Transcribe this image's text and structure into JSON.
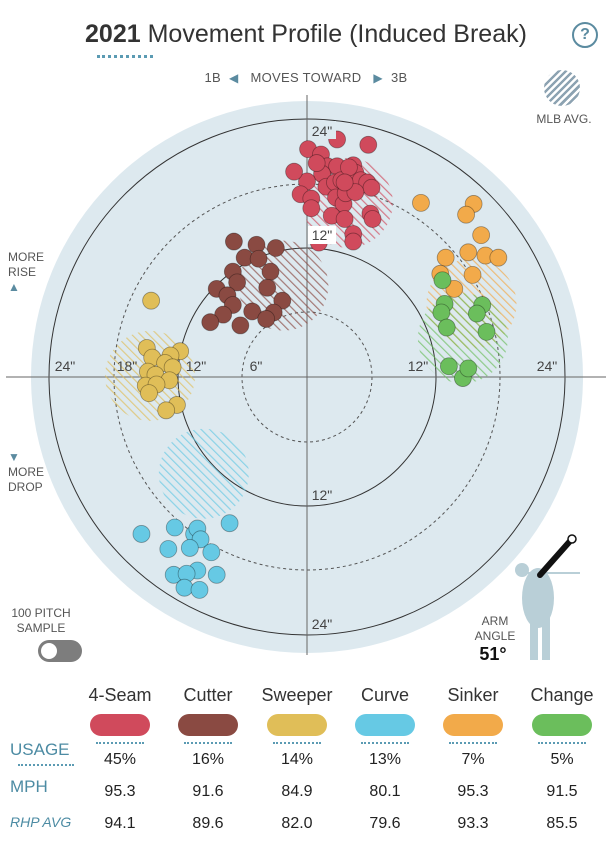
{
  "header": {
    "year": "2021",
    "title": "Movement Profile (Induced Break)",
    "help_icon": "?"
  },
  "direction": {
    "left": "1B",
    "middle": "MOVES TOWARD",
    "right": "3B"
  },
  "legend": {
    "mlb_avg_label": "MLB AVG."
  },
  "side_labels": {
    "more": "MORE",
    "rise": "RISE",
    "drop": "DROP"
  },
  "sample": {
    "label_line1": "100 PITCH",
    "label_line2": "SAMPLE",
    "toggle_on": false
  },
  "arm_angle": {
    "label_line1": "ARM",
    "label_line2": "ANGLE",
    "value": "51°",
    "degrees": 51
  },
  "chart_data": {
    "type": "scatter",
    "xlabel": "",
    "ylabel": "",
    "axis_tick_labels": {
      "top": "24\"",
      "top_inner": "12\"",
      "left": "24\"",
      "left_inner18": "18\"",
      "left_inner12": "12\"",
      "left_inner6": "6\"",
      "right_inner": "12\"",
      "right": "24\"",
      "bottom_inner": "12\"",
      "bottom": "24\""
    },
    "series": [
      {
        "name": "4-Seam",
        "color": "#d04a5c",
        "avg": [
          3.8,
          16.2
        ],
        "points": [
          [
            0.1,
            21.2
          ],
          [
            1.3,
            20.7
          ],
          [
            2.8,
            22.1
          ],
          [
            5.7,
            21.6
          ],
          [
            1.9,
            19.6
          ],
          [
            2.8,
            19.6
          ],
          [
            4.3,
            19.7
          ],
          [
            1.4,
            18.9
          ],
          [
            1.8,
            17.7
          ],
          [
            2.6,
            18.1
          ],
          [
            3.2,
            18.3
          ],
          [
            4.0,
            18.2
          ],
          [
            4.5,
            19.0
          ],
          [
            5.0,
            18.3
          ],
          [
            5.6,
            18.1
          ],
          [
            6.0,
            17.6
          ],
          [
            0.0,
            18.2
          ],
          [
            -0.6,
            17.0
          ],
          [
            0.4,
            16.6
          ],
          [
            2.7,
            16.7
          ],
          [
            3.4,
            16.1
          ],
          [
            3.6,
            17.1
          ],
          [
            4.5,
            17.2
          ],
          [
            0.4,
            15.7
          ],
          [
            2.3,
            15.0
          ],
          [
            3.5,
            14.7
          ],
          [
            5.9,
            15.2
          ],
          [
            6.1,
            14.7
          ],
          [
            4.3,
            13.3
          ],
          [
            4.3,
            12.6
          ],
          [
            1.1,
            12.5
          ],
          [
            -1.2,
            19.1
          ],
          [
            0.9,
            19.9
          ],
          [
            3.9,
            19.5
          ],
          [
            3.5,
            18.1
          ]
        ]
      },
      {
        "name": "Cutter",
        "color": "#8a4a42",
        "avg": [
          -2.2,
          8.5
        ],
        "points": [
          [
            -6.8,
            12.6
          ],
          [
            -4.7,
            12.3
          ],
          [
            -2.9,
            12.0
          ],
          [
            -5.8,
            11.1
          ],
          [
            -4.5,
            11.0
          ],
          [
            -6.9,
            9.8
          ],
          [
            -3.4,
            9.8
          ],
          [
            -8.4,
            8.2
          ],
          [
            -6.5,
            8.8
          ],
          [
            -7.4,
            7.6
          ],
          [
            -3.7,
            8.3
          ],
          [
            -6.9,
            6.7
          ],
          [
            -2.3,
            7.1
          ],
          [
            -3.1,
            6.0
          ],
          [
            -7.8,
            5.8
          ],
          [
            -5.1,
            6.1
          ],
          [
            -3.8,
            5.4
          ],
          [
            -9.0,
            5.1
          ],
          [
            -6.2,
            4.8
          ]
        ]
      },
      {
        "name": "Sweeper",
        "color": "#e0be58",
        "avg": [
          -14.6,
          0.1
        ],
        "points": [
          [
            -14.5,
            7.1
          ],
          [
            -14.9,
            2.7
          ],
          [
            -11.8,
            2.4
          ],
          [
            -12.7,
            2.0
          ],
          [
            -14.4,
            1.8
          ],
          [
            -13.2,
            1.3
          ],
          [
            -12.5,
            0.9
          ],
          [
            -14.8,
            0.5
          ],
          [
            -14.1,
            0.2
          ],
          [
            -12.8,
            -0.3
          ],
          [
            -15.0,
            -0.8
          ],
          [
            -14.0,
            -0.7
          ],
          [
            -12.1,
            -2.6
          ],
          [
            -13.1,
            -3.1
          ],
          [
            -14.7,
            -1.5
          ]
        ]
      },
      {
        "name": "Curve",
        "color": "#66c9e4",
        "avg": [
          -9.6,
          -9.0
        ],
        "points": [
          [
            -15.4,
            -14.6
          ],
          [
            -12.3,
            -14.0
          ],
          [
            -10.5,
            -14.6
          ],
          [
            -10.2,
            -14.1
          ],
          [
            -7.2,
            -13.6
          ],
          [
            -9.9,
            -15.1
          ],
          [
            -10.9,
            -15.9
          ],
          [
            -12.9,
            -16.0
          ],
          [
            -8.9,
            -16.3
          ],
          [
            -10.2,
            -18.0
          ],
          [
            -12.4,
            -18.4
          ],
          [
            -11.2,
            -18.3
          ],
          [
            -8.4,
            -18.4
          ],
          [
            -11.4,
            -19.6
          ],
          [
            -10.0,
            -19.8
          ]
        ]
      },
      {
        "name": "Sinker",
        "color": "#f2aa4a",
        "avg": [
          15.3,
          6.8
        ],
        "points": [
          [
            10.6,
            16.2
          ],
          [
            15.5,
            16.1
          ],
          [
            14.8,
            15.1
          ],
          [
            16.2,
            13.2
          ],
          [
            15.0,
            11.6
          ],
          [
            12.9,
            11.1
          ],
          [
            16.6,
            11.3
          ],
          [
            17.8,
            11.1
          ],
          [
            12.4,
            9.6
          ],
          [
            15.4,
            9.5
          ],
          [
            13.7,
            8.2
          ]
        ]
      },
      {
        "name": "Change",
        "color": "#6bbe5c",
        "avg": [
          14.5,
          3.6
        ],
        "points": [
          [
            12.6,
            9.0
          ],
          [
            12.8,
            6.8
          ],
          [
            16.3,
            6.7
          ],
          [
            15.8,
            5.9
          ],
          [
            12.5,
            6.0
          ],
          [
            13.0,
            4.6
          ],
          [
            16.7,
            4.2
          ],
          [
            13.2,
            1.0
          ],
          [
            14.5,
            -0.1
          ],
          [
            15.0,
            0.8
          ]
        ]
      }
    ]
  },
  "table": {
    "rows": [
      {
        "label": "USAGE",
        "style": "normal"
      },
      {
        "label": "MPH",
        "style": "normal"
      },
      {
        "label": "RHP AVG",
        "style": "italic"
      }
    ],
    "pitches": [
      {
        "name": "4-Seam",
        "color": "#d04a5c",
        "usage": "45%",
        "mph": "95.3",
        "rhp_avg": "94.1"
      },
      {
        "name": "Cutter",
        "color": "#8a4a42",
        "usage": "16%",
        "mph": "91.6",
        "rhp_avg": "89.6"
      },
      {
        "name": "Sweeper",
        "color": "#e0be58",
        "usage": "14%",
        "mph": "84.9",
        "rhp_avg": "82.0"
      },
      {
        "name": "Curve",
        "color": "#66c9e4",
        "usage": "13%",
        "mph": "80.1",
        "rhp_avg": "79.6"
      },
      {
        "name": "Sinker",
        "color": "#f2aa4a",
        "usage": "7%",
        "mph": "95.3",
        "rhp_avg": "93.3"
      },
      {
        "name": "Change",
        "color": "#6bbe5c",
        "usage": "5%",
        "mph": "91.5",
        "rhp_avg": "85.5"
      }
    ]
  }
}
